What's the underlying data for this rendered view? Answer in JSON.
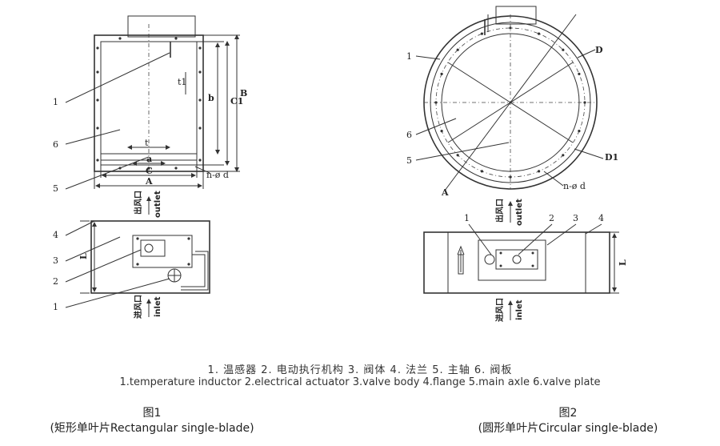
{
  "legend": {
    "chinese": "1. 温感器 2. 电动执行机构 3. 阀体 4. 法兰 5. 主轴 6. 阀板",
    "english": "1.temperature inductor 2.electrical actuator 3.valve body 4.flange 5.main axle 6.valve plate"
  },
  "figure1": {
    "number": "图1",
    "caption": "(矩形单叶片Rectangular single-blade)",
    "labels": {
      "b": "b",
      "C1": "C1",
      "B": "B",
      "t1": "t1",
      "t": "t",
      "a": "a",
      "C": "C",
      "A": "A",
      "nd": "n-ø d",
      "L": "L"
    },
    "callouts": [
      "1",
      "6",
      "5",
      "4",
      "3",
      "2",
      "1"
    ],
    "outlet_zh": "出风口",
    "outlet_en": "outlet",
    "inlet_zh": "进风口",
    "inlet_en": "inlet"
  },
  "figure2": {
    "number": "图2",
    "caption": "(圆形单叶片Circular single-blade)",
    "labels": {
      "D": "D",
      "D1": "D1",
      "A": "A",
      "nd": "n-ø d",
      "L": "L"
    },
    "callouts": [
      "1",
      "6",
      "5",
      "1",
      "2",
      "3",
      "4"
    ],
    "outlet_zh": "出风口",
    "outlet_en": "outlet",
    "inlet_zh": "进风口",
    "inlet_en": "inlet"
  }
}
